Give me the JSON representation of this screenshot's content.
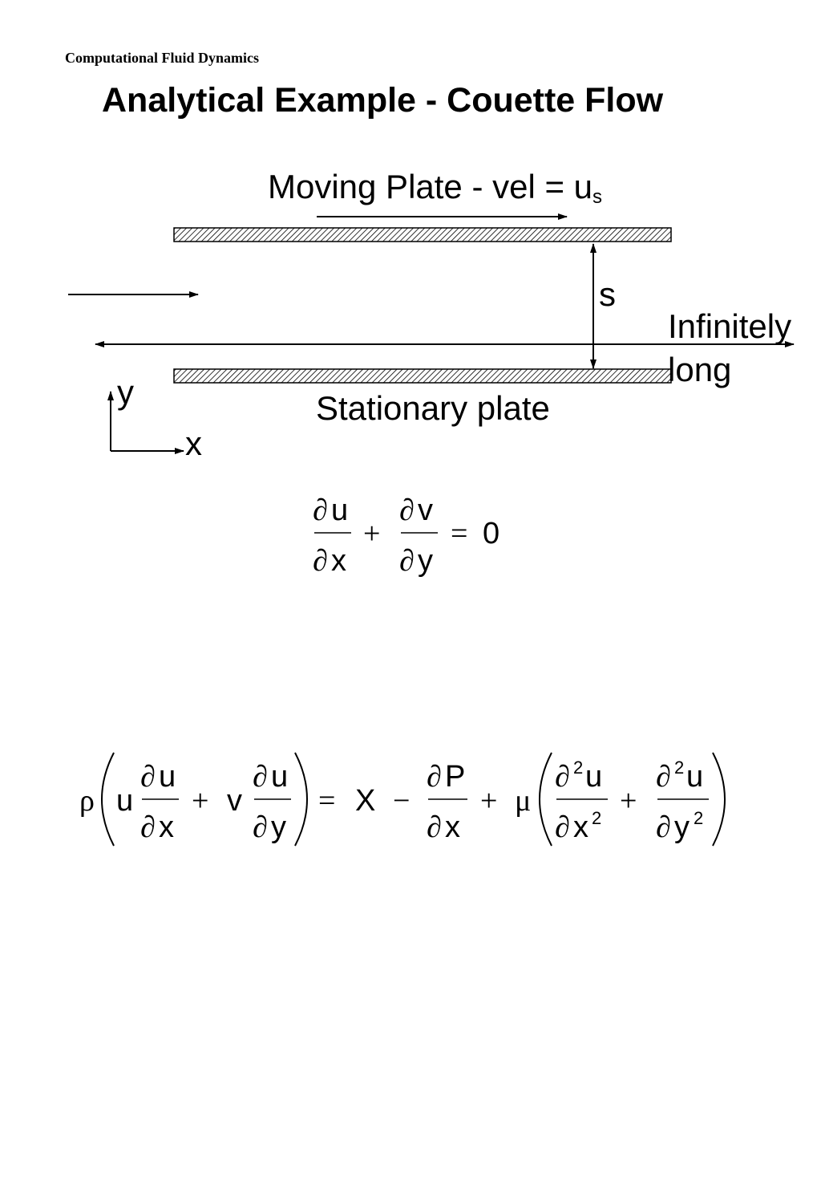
{
  "header": "Computational Fluid Dynamics",
  "title": "Analytical Example - Couette Flow",
  "diagram": {
    "moving_plate_label": "Moving Plate - vel = u",
    "moving_plate_subscript": "s",
    "gap_label": "s",
    "infinite_label_line1": "Infinitely",
    "infinite_label_line2": "long",
    "stationary_plate_label": "Stationary plate",
    "axis_y": "y",
    "axis_x": "x"
  },
  "equations": {
    "continuity": "∂u/∂x + ∂v/∂y = 0",
    "momentum": "ρ(u ∂u/∂x + v ∂u/∂y) = X − ∂P/∂x + μ(∂²u/∂x² + ∂²u/∂y²)"
  }
}
